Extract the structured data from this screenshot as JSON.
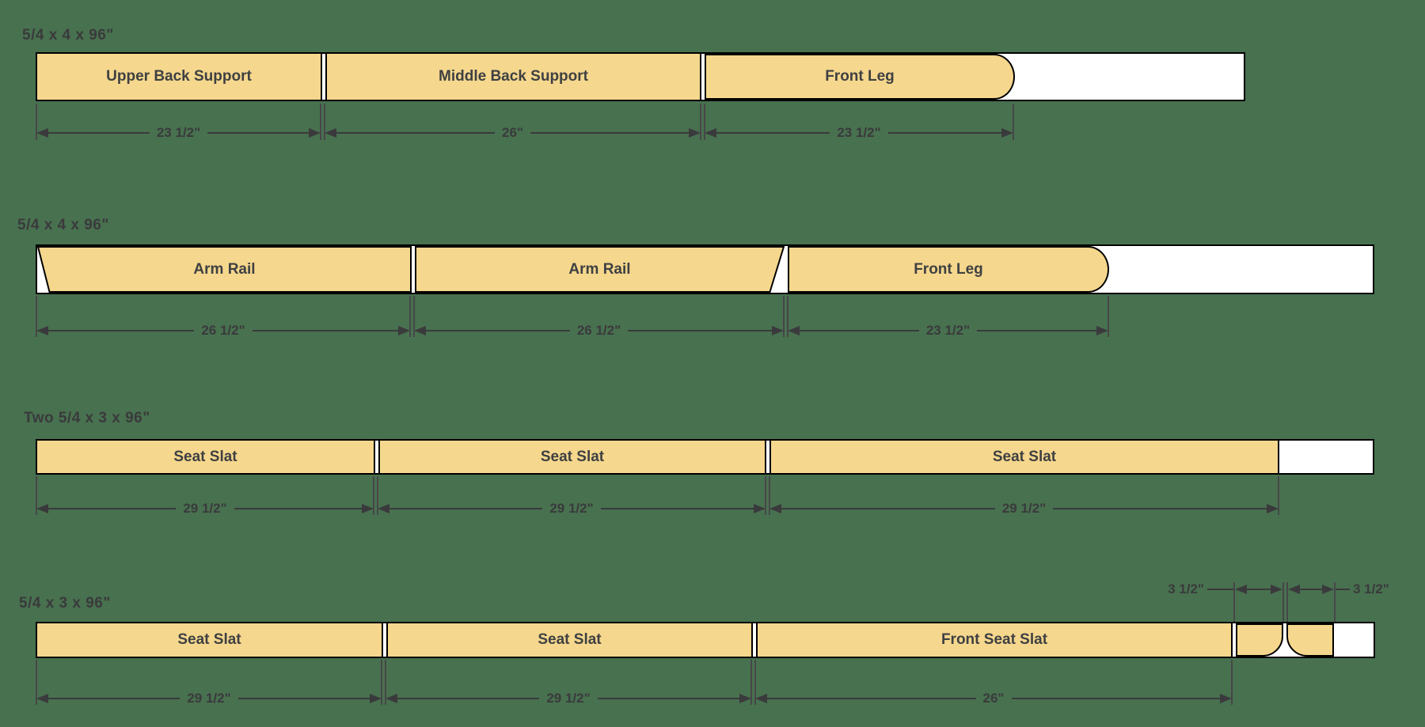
{
  "palette": {
    "background": "#48714F",
    "wood_fill": "#F5D78D",
    "waste_fill": "#FFFFFF",
    "outline": "#000000",
    "annotation": "#3A3A3C"
  },
  "boards": [
    {
      "label": "5/4 x 4 x 96\"",
      "pieces": [
        {
          "name": "Upper Back Support",
          "dimension": "23 1/2\""
        },
        {
          "name": "Middle Back Support",
          "dimension": "26\""
        },
        {
          "name": "Front Leg",
          "dimension": "23 1/2\"",
          "end": "rounded"
        }
      ]
    },
    {
      "label": "5/4 x 4 x 96\"",
      "pieces": [
        {
          "name": "Arm Rail",
          "dimension": "26 1/2\"",
          "end": "angled-left"
        },
        {
          "name": "Arm Rail",
          "dimension": "26 1/2\"",
          "end": "angled-right"
        },
        {
          "name": "Front Leg",
          "dimension": "23 1/2\"",
          "end": "rounded"
        }
      ]
    },
    {
      "label": "Two 5/4 x 3 x 96\"",
      "pieces": [
        {
          "name": "Seat Slat",
          "dimension": "29 1/2\""
        },
        {
          "name": "Seat Slat",
          "dimension": "29 1/2\""
        },
        {
          "name": "Seat Slat",
          "dimension": "29 1/2\""
        }
      ]
    },
    {
      "label": "5/4 x 3 x 96\"",
      "pieces": [
        {
          "name": "Seat Slat",
          "dimension": "29 1/2\""
        },
        {
          "name": "Seat Slat",
          "dimension": "29 1/2\""
        },
        {
          "name": "Front Seat Slat",
          "dimension": "26\""
        },
        {
          "name": "",
          "dimension": "3 1/2\"",
          "end": "rounded-corner"
        },
        {
          "name": "",
          "dimension": "3 1/2\"",
          "end": "rounded-corner"
        }
      ]
    }
  ]
}
